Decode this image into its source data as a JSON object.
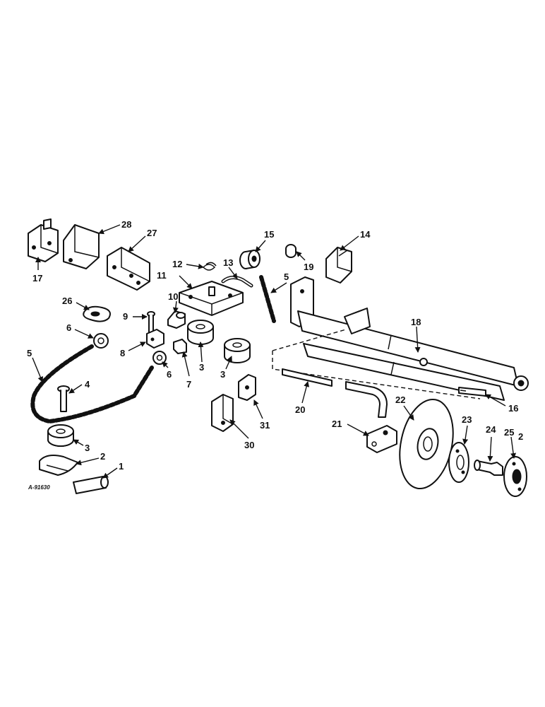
{
  "drawing_ref": "A-91630",
  "callouts": {
    "c1": "1",
    "c2a": "2",
    "c2b": "2",
    "c3a": "3",
    "c3b": "3",
    "c3c": "3",
    "c4": "4",
    "c5a": "5",
    "c5b": "5",
    "c6a": "6",
    "c6b": "6",
    "c7": "7",
    "c8": "8",
    "c9": "9",
    "c10": "10",
    "c11": "11",
    "c12": "12",
    "c13": "13",
    "c14": "14",
    "c15": "15",
    "c16": "16",
    "c17": "17",
    "c18": "18",
    "c19": "19",
    "c20": "20",
    "c21": "21",
    "c22": "22",
    "c23": "23",
    "c24": "24",
    "c25": "25",
    "c26": "26",
    "c27": "27",
    "c28": "28",
    "c30": "30",
    "c31": "31"
  }
}
